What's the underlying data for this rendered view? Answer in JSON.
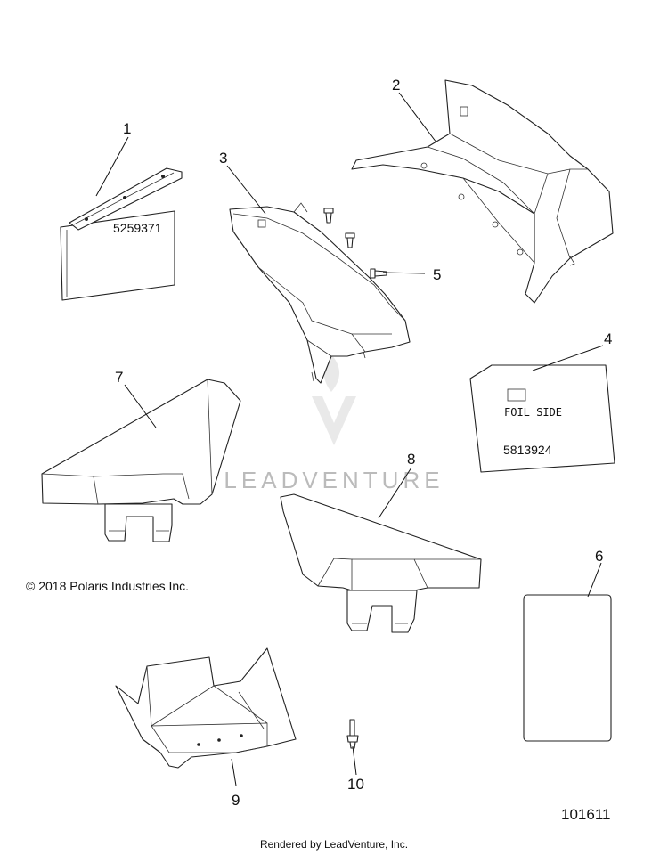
{
  "callouts": [
    "1",
    "2",
    "3",
    "4",
    "5",
    "6",
    "7",
    "8",
    "9",
    "10"
  ],
  "part_labels": {
    "part1": "5259371",
    "part4_side": "FOIL SIDE",
    "part4_number": "5813924"
  },
  "watermark_text": "LEADVENTURE",
  "copyright": "© 2018 Polaris Industries Inc.",
  "diagram_id": "101611",
  "footer": "Rendered by LeadVenture, Inc."
}
